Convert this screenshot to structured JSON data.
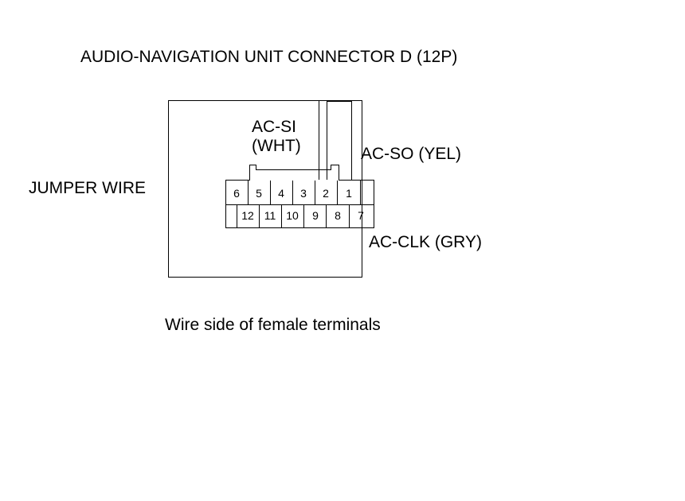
{
  "title": "AUDIO-NAVIGATION UNIT CONNECTOR D (12P)",
  "caption": "Wire side of female terminals",
  "labels": {
    "jumper_wire": "JUMPER WIRE",
    "ac_si_line1": "AC-SI",
    "ac_si_line2": "(WHT)",
    "ac_so": "AC-SO (YEL)",
    "ac_clk": "AC-CLK (GRY)"
  },
  "connector": {
    "top_row": [
      "6",
      "5",
      "4",
      "3",
      "2",
      "1"
    ],
    "bottom_row": [
      "12",
      "11",
      "10",
      "9",
      "8",
      "7"
    ]
  }
}
